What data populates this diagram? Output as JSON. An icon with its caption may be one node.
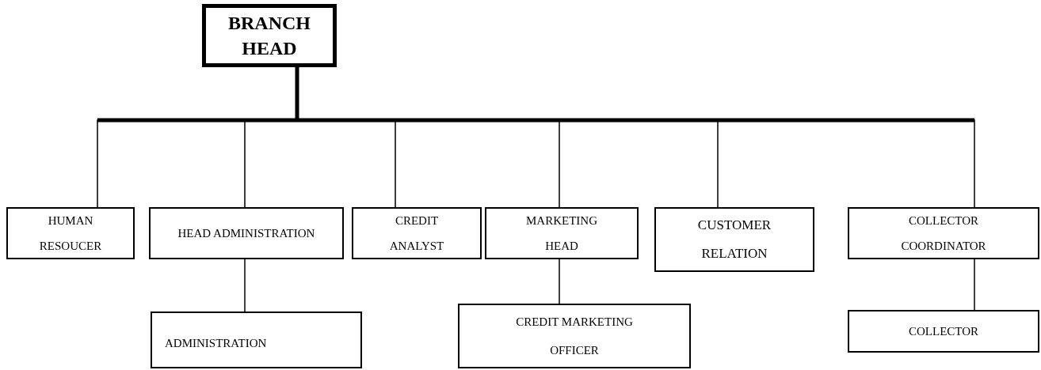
{
  "diagram": {
    "nodes": [
      {
        "text": [
          "BRANCH HEAD"
        ]
      },
      {
        "text": [
          "HUMAN RESOUCER"
        ]
      },
      {
        "text": [
          "HEAD ADMINISTRATION"
        ]
      },
      {
        "text": [
          "CREDIT ANALYST"
        ]
      },
      {
        "text": [
          "MARKETING HEAD"
        ]
      },
      {
        "text": [
          "CUSTOMER RELATION"
        ]
      },
      {
        "text": [
          "COLLECTOR COORDINATOR"
        ]
      },
      {
        "text": [
          "ADMINISTRATION"
        ]
      },
      {
        "text": [
          "CREDIT MARKETING OFFICER"
        ]
      },
      {
        "text": [
          "COLLECTOR"
        ]
      }
    ],
    "edges": [
      {
        "from": 0,
        "to": 1,
        "arrow": "none"
      },
      {
        "from": 0,
        "to": 2,
        "arrow": "none"
      },
      {
        "from": 0,
        "to": 3,
        "arrow": "none"
      },
      {
        "from": 0,
        "to": 4,
        "arrow": "none"
      },
      {
        "from": 0,
        "to": 5,
        "arrow": "none"
      },
      {
        "from": 0,
        "to": 6,
        "arrow": "none"
      },
      {
        "from": 2,
        "to": 7,
        "arrow": "none"
      },
      {
        "from": 4,
        "to": 8,
        "arrow": "none"
      },
      {
        "from": 6,
        "to": 9,
        "arrow": "none"
      }
    ]
  }
}
